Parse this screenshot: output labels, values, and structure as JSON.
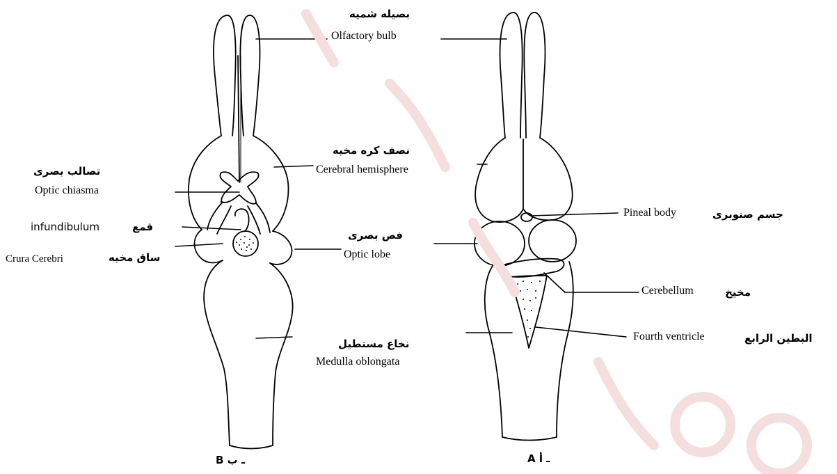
{
  "labels": {
    "olfactory_bulb_ar": "بصيله شميه",
    "olfactory_bulb_en": "Olfactory bulb",
    "cerebral_hemisphere_ar": "نصف كره مخيه",
    "cerebral_hemisphere_en": "Cerebral hemisphere",
    "optic_chiasma_ar": "تصالب بصرى",
    "optic_chiasma_en": "Optic chiasma",
    "infundibulum_en": "infundibulum",
    "infundibulum_ar": "قمع",
    "crura_cerebri_en": "Crura Cerebri",
    "crura_cerebri_ar": "ساق مخيه",
    "optic_lobe_ar": "فص بصرى",
    "optic_lobe_en": "Optic lobe",
    "pineal_body_en": "Pineal body",
    "pineal_body_ar": "جسم صنوبرى",
    "cerebellum_en": "Cerebellum",
    "cerebellum_ar": "مخيخ",
    "fourth_ventricle_en": "Fourth ventricle",
    "fourth_ventricle_ar": "البطين الرابع",
    "medulla_ar": "نخاع مستطيل",
    "medulla_en": "Medulla oblongata"
  },
  "captions": {
    "left": "B ـ ب",
    "right": "A ـ أ"
  }
}
